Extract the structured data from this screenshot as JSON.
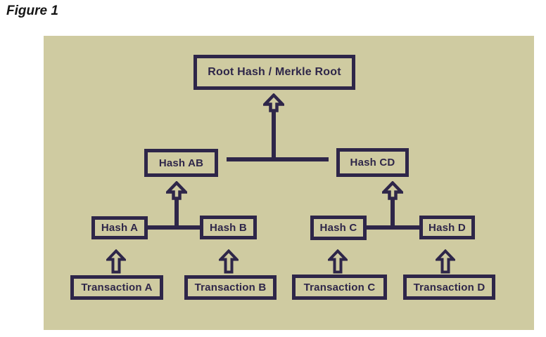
{
  "figure_label": "Figure 1",
  "colors": {
    "page_bg": "#ffffff",
    "panel_bg": "#cfcba1",
    "line": "#2e2649",
    "text": "#2e2649"
  },
  "diagram": {
    "root": {
      "label": "Root Hash / Merkle Root"
    },
    "pair_hashes": [
      {
        "label": "Hash AB"
      },
      {
        "label": "Hash CD"
      }
    ],
    "leaf_hashes": [
      {
        "label": "Hash A"
      },
      {
        "label": "Hash B"
      },
      {
        "label": "Hash C"
      },
      {
        "label": "Hash D"
      }
    ],
    "transactions": [
      {
        "label": "Transaction A"
      },
      {
        "label": "Transaction B"
      },
      {
        "label": "Transaction C"
      },
      {
        "label": "Transaction D"
      }
    ]
  }
}
